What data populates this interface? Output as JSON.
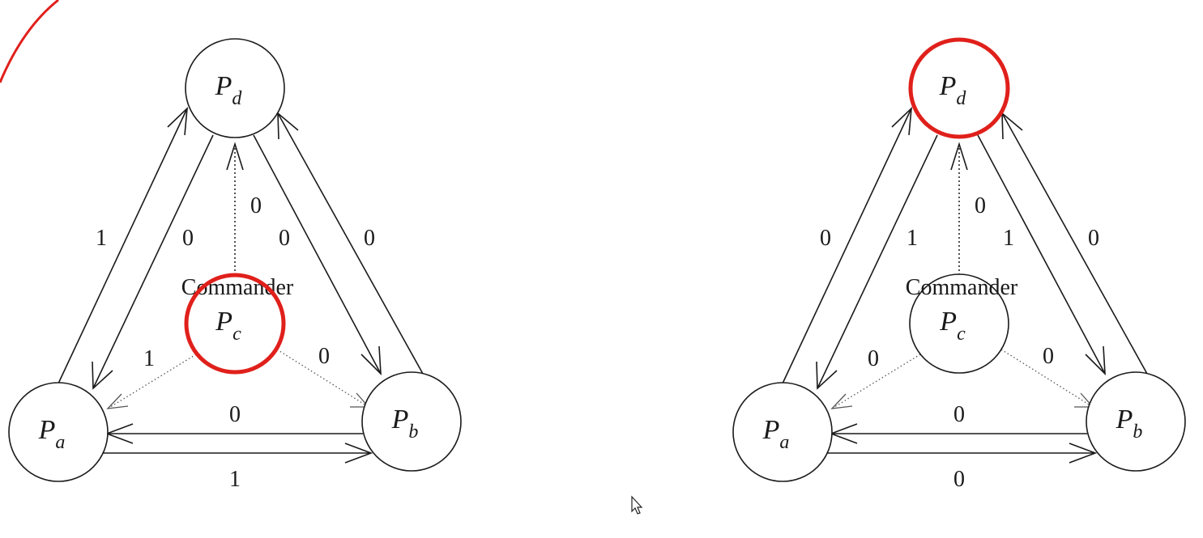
{
  "diagrams": [
    {
      "commander_label": "Commander",
      "highlight": "c",
      "nodes": [
        {
          "id": "d",
          "main": "P",
          "sub": "d"
        },
        {
          "id": "c",
          "main": "P",
          "sub": "c"
        },
        {
          "id": "a",
          "main": "P",
          "sub": "a"
        },
        {
          "id": "b",
          "main": "P",
          "sub": "b"
        }
      ],
      "edge_labels": {
        "a_to_d": "1",
        "d_to_a": "0",
        "c_to_d": "0",
        "d_to_b": "0",
        "b_to_d": "0",
        "c_to_a": "1",
        "c_to_b": "0",
        "b_to_a": "0",
        "a_to_b": "1"
      }
    },
    {
      "commander_label": "Commander",
      "highlight": "d",
      "nodes": [
        {
          "id": "d",
          "main": "P",
          "sub": "d"
        },
        {
          "id": "c",
          "main": "P",
          "sub": "c"
        },
        {
          "id": "a",
          "main": "P",
          "sub": "a"
        },
        {
          "id": "b",
          "main": "P",
          "sub": "b"
        }
      ],
      "edge_labels": {
        "a_to_d": "0",
        "d_to_a": "1",
        "c_to_d": "0",
        "d_to_b": "1",
        "b_to_d": "0",
        "c_to_a": "0",
        "c_to_b": "0",
        "b_to_a": "0",
        "a_to_b": "0"
      }
    }
  ],
  "annotation_color": "#e0201b"
}
